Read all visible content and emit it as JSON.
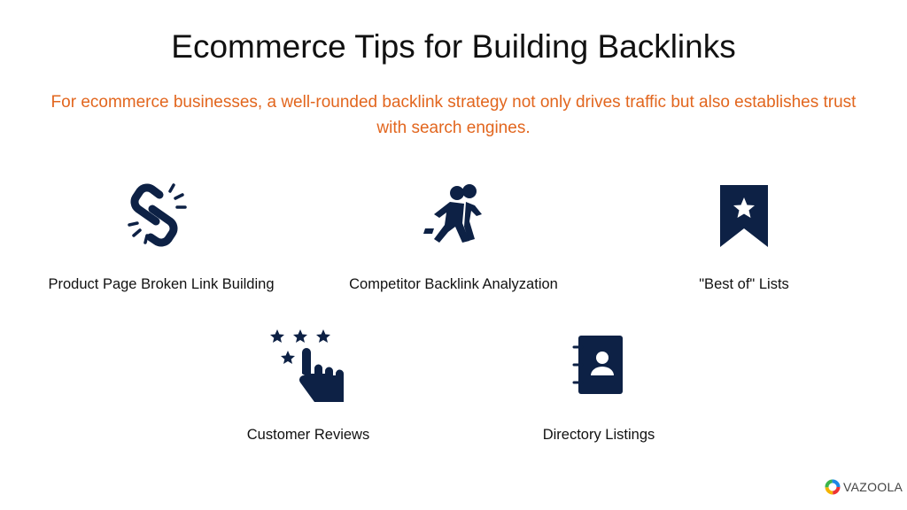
{
  "title": "Ecommerce Tips for Building Backlinks",
  "subtitle": "For ecommerce businesses, a well-rounded backlink strategy not only drives traffic but also establishes trust with search engines.",
  "colors": {
    "accent": "#e2661e",
    "icon": "#0d2145"
  },
  "tips": [
    {
      "label": "Product Page Broken Link Building",
      "icon": "broken-link-icon"
    },
    {
      "label": "Competitor Backlink Analyzation",
      "icon": "running-people-icon"
    },
    {
      "label": "\"Best of\" Lists",
      "icon": "bookmark-star-icon"
    },
    {
      "label": "Customer Reviews",
      "icon": "stars-hand-icon"
    },
    {
      "label": "Directory Listings",
      "icon": "contact-book-icon"
    }
  ],
  "brand": "VAZOOLA"
}
